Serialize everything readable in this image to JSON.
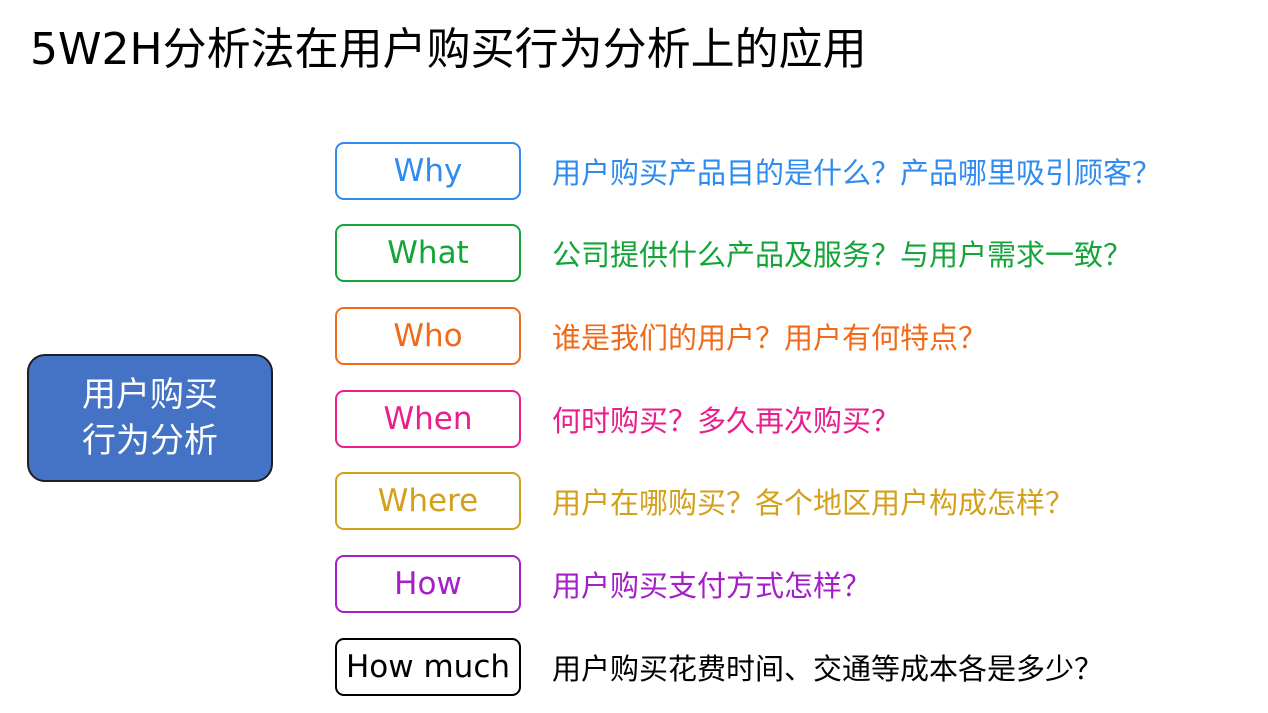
{
  "title": "5W2H分析法在用户购买行为分析上的应用",
  "center": {
    "line1": "用户购买",
    "line2": "行为分析"
  },
  "items": [
    {
      "label": "Why",
      "question": "用户购买产品目的是什么？产品哪里吸引顾客？",
      "color": "#2e8bf0"
    },
    {
      "label": "What",
      "question": "公司提供什么产品及服务？与用户需求一致？",
      "color": "#13a538"
    },
    {
      "label": "Who",
      "question": "谁是我们的用户？用户有何特点？",
      "color": "#f06a1a"
    },
    {
      "label": "When",
      "question": "何时购买？多久再次购买？",
      "color": "#ea1e8c"
    },
    {
      "label": "Where",
      "question": "用户在哪购买？各个地区用户构成怎样？",
      "color": "#d2a01a"
    },
    {
      "label": "How",
      "question": "用户购买支付方式怎样？",
      "color": "#a51fc8"
    },
    {
      "label": "How much",
      "question": "用户购买花费时间、交通等成本各是多少？",
      "color": "#000000"
    }
  ]
}
